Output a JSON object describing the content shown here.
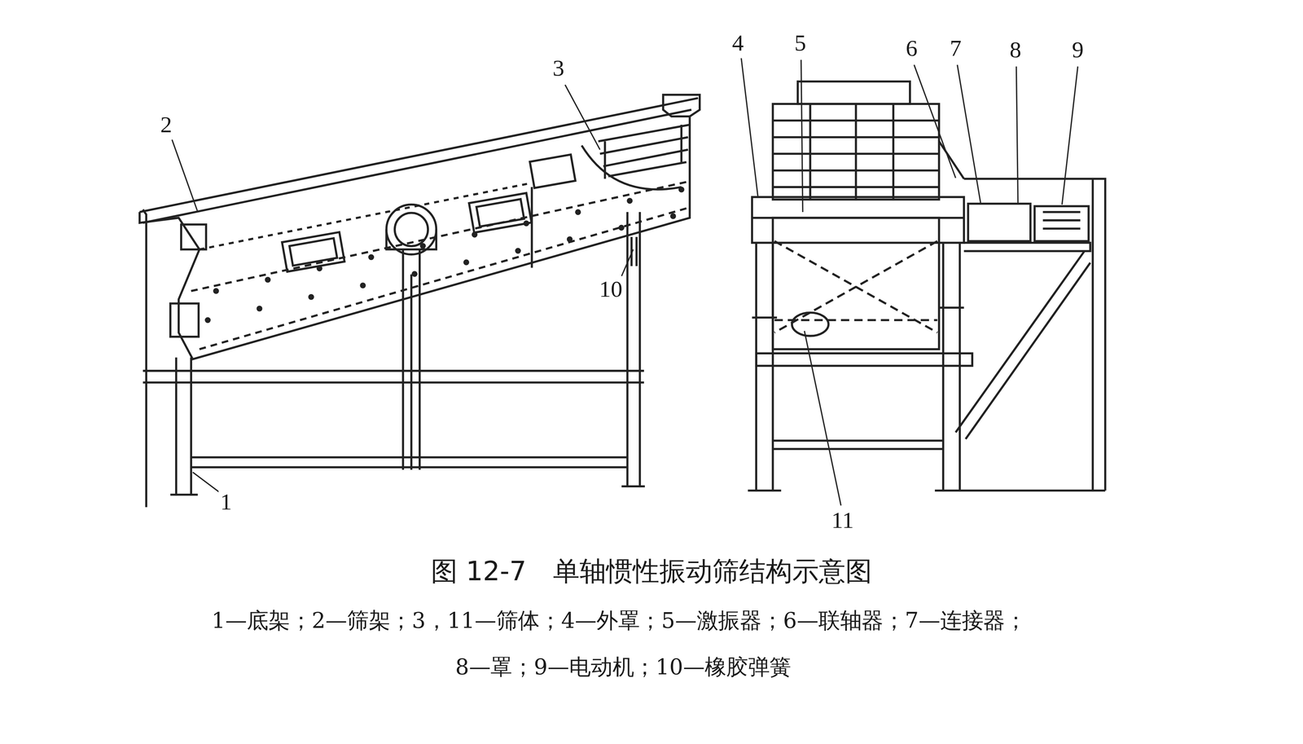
{
  "diagram": {
    "caption": "图 12-7　单轴惯性振动筛结构示意图",
    "labels": [
      "4",
      "5",
      "6",
      "7",
      "8",
      "9",
      "3",
      "2",
      "10",
      "1",
      "11",
      "1—底架；2—筛架；3，11—筛体；4—外罩；5—激振器；6—联轴器；7—连接器；",
      "8—罩；9—电动机；10—橡胶弹簧"
    ]
  }
}
